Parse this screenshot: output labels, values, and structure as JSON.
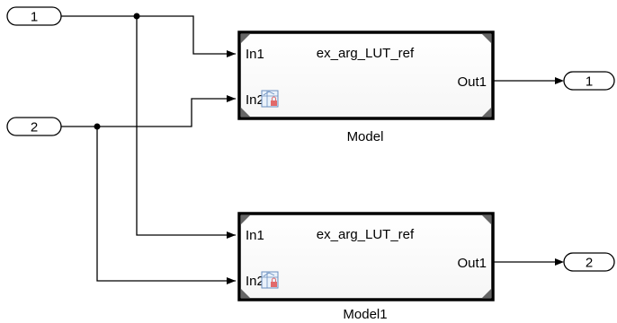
{
  "inports": [
    {
      "number": "1"
    },
    {
      "number": "2"
    }
  ],
  "outports": [
    {
      "number": "1"
    },
    {
      "number": "2"
    }
  ],
  "blocks": [
    {
      "title": "ex_arg_LUT_ref",
      "in1": "In1",
      "in2": "In2",
      "out1": "Out1",
      "label": "Model"
    },
    {
      "title": "ex_arg_LUT_ref",
      "in1": "In1",
      "in2": "In2",
      "out1": "Out1",
      "label": "Model1"
    }
  ],
  "icons": {
    "model_arg_icon": "lock-table-icon"
  }
}
